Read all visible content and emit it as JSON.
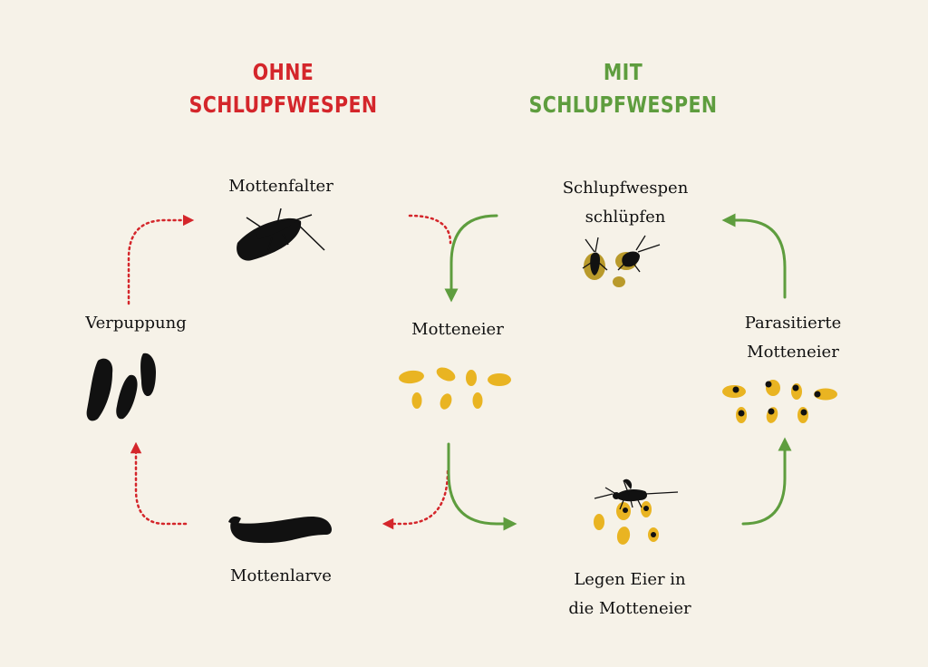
{
  "headings": {
    "left": {
      "line1": "OHNE",
      "line2": "SCHLUPFWESPEN"
    },
    "right": {
      "line1": "MIT",
      "line2": "SCHLUPFWESPEN"
    }
  },
  "labels": {
    "mottenfalter": "Mottenfalter",
    "verpuppung": "Verpuppung",
    "mottenlarve": "Mottenlarve",
    "motteneier": "Motteneier",
    "schlupfwespen_line1": "Schlupfwespen",
    "schlupfwespen_line2": "schlüpfen",
    "parasitierte_line1": "Parasitierte",
    "parasitierte_line2": "Motteneier",
    "legen_line1": "Legen Eier in",
    "legen_line2": "die Motteneier"
  },
  "colors": {
    "background": "#f6f2e8",
    "without": "#d4262b",
    "with": "#5e9d3e",
    "egg": "#e9b422",
    "insect": "#111111"
  },
  "icons": [
    "moth-icon",
    "pupae-icon",
    "larva-icon",
    "eggs-icon",
    "wasps-hatching-icon",
    "parasitized-eggs-icon",
    "wasp-laying-eggs-icon"
  ]
}
